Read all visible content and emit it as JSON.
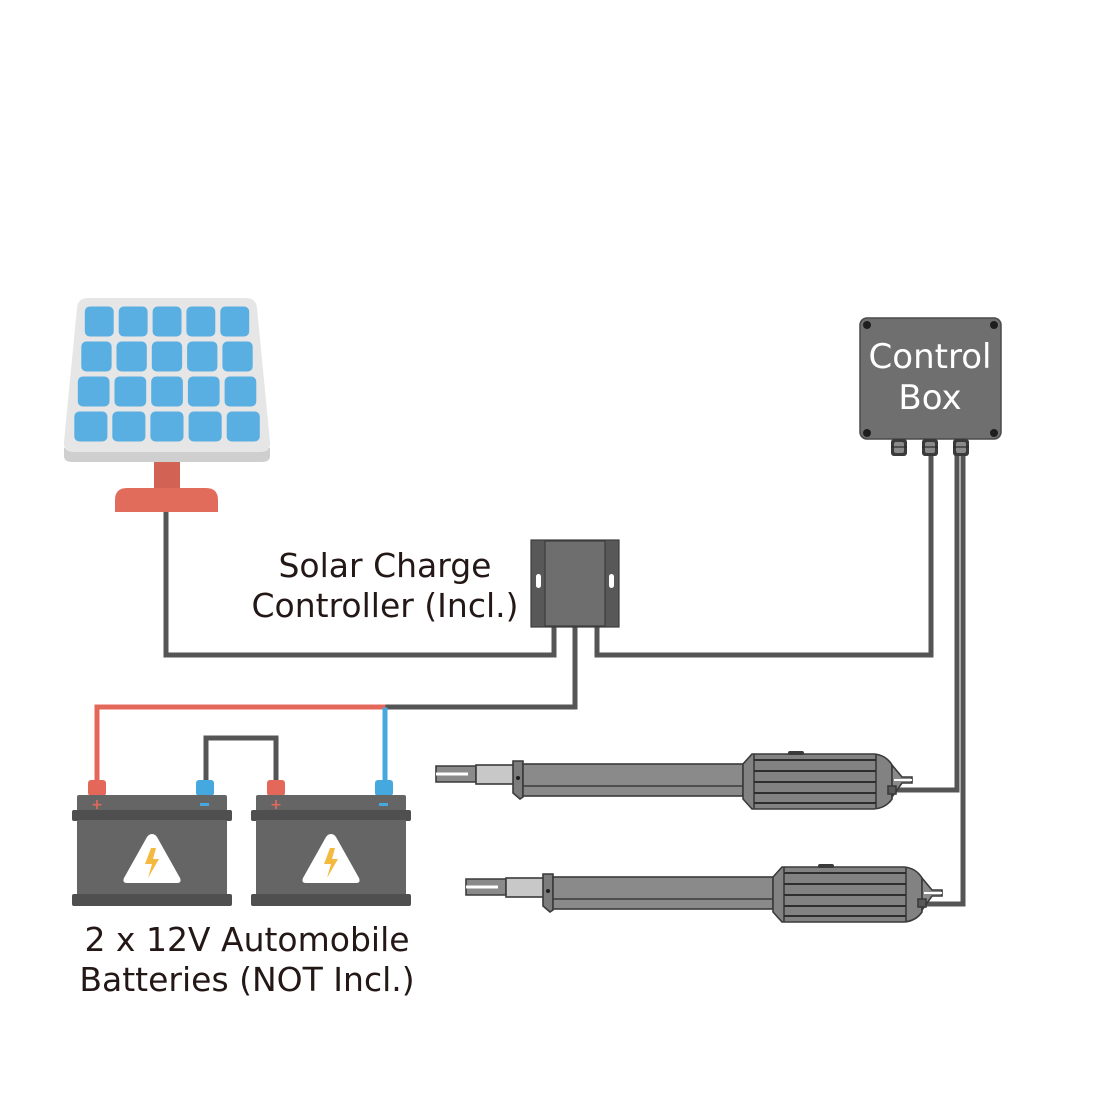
{
  "diagram": {
    "title": "Solar-powered gate opener wiring",
    "components": {
      "solar_panel": {
        "name": "Solar Panel",
        "cells_rows": 4,
        "cells_cols": 5
      },
      "charge_controller": {
        "label_line1": "Solar Charge",
        "label_line2": "Controller (Incl.)"
      },
      "control_box": {
        "label_line1": "Control",
        "label_line2": "Box",
        "cable_glands": 3
      },
      "batteries": {
        "count": 2,
        "label_line1": "2 x 12V Automobile",
        "label_line2": "Batteries (NOT Incl.)",
        "terminal_positive": "+",
        "terminal_negative": "−",
        "warning_symbol": "high-voltage"
      },
      "actuators": {
        "count": 2,
        "name": "Gate Opener Arm"
      }
    },
    "connections": [
      {
        "from": "solar_panel",
        "to": "charge_controller",
        "color": "dark"
      },
      {
        "from": "charge_controller",
        "to": "control_box",
        "color": "dark"
      },
      {
        "from": "charge_controller",
        "to": "batteries",
        "color": "dark"
      },
      {
        "from": "battery_1_positive",
        "to": "charge_controller",
        "color": "red"
      },
      {
        "from": "battery_2_negative",
        "to": "charge_controller",
        "color": "blue"
      },
      {
        "from": "battery_1_negative",
        "to": "battery_2_positive",
        "color": "dark"
      },
      {
        "from": "control_box",
        "to": "actuator_1",
        "color": "dark"
      },
      {
        "from": "control_box",
        "to": "actuator_2",
        "color": "dark"
      }
    ],
    "colors": {
      "wire_dark": "#555555",
      "wire_red": "#e4685a",
      "wire_blue": "#45a8df",
      "panel_frame": "#e3e3e3",
      "panel_cell": "#5aafe2",
      "panel_stand": "#e26c5c",
      "battery_body": "#656565",
      "battery_rim": "#4f4f4f",
      "bolt": "#f4b93f",
      "box_gray": "#6f6f6f",
      "actuator_gray": "#8a8a8a"
    }
  }
}
